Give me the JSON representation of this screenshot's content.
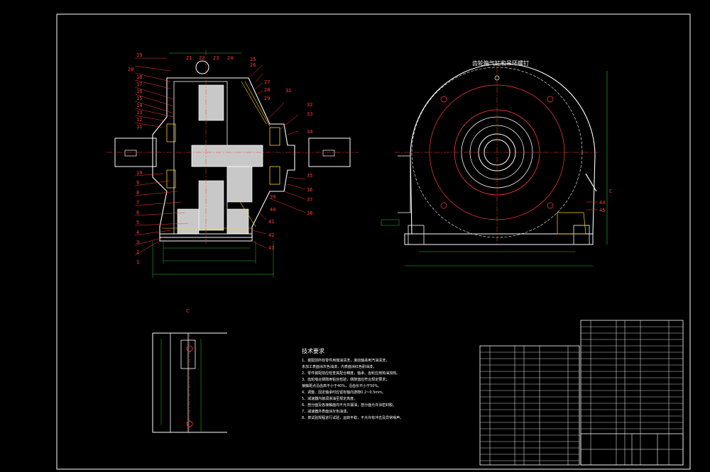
{
  "view_titles": {
    "right_view": "齿轮箱气缸和吊环螺钉",
    "detail_view": "C",
    "detail_marker": "C"
  },
  "callouts_left": [
    "19",
    "20",
    "18",
    "17",
    "16",
    "15",
    "14",
    "13",
    "12",
    "11",
    "10",
    "9",
    "8",
    "7",
    "6",
    "5",
    "4",
    "3",
    "2",
    "1"
  ],
  "callouts_top": [
    "21",
    "22",
    "23",
    "24",
    "25",
    "26"
  ],
  "callouts_right": [
    "27",
    "28",
    "29",
    "31",
    "32",
    "33",
    "34",
    "35",
    "36",
    "37",
    "38",
    "39",
    "40",
    "41",
    "42",
    "43"
  ],
  "callouts_side": [
    "44",
    "45"
  ],
  "tech_requirements": {
    "heading": "技术要求",
    "lines": [
      "1、装配前所有零件用煤油清洗，滚动轴承用汽油清洗，",
      "未加工表面涂灰色油漆，内表面涂红色耐油漆。",
      "2、零件装配前应检查其配合精度，轴承、齿轮应用热油加热。",
      "3、齿轮啮合侧隙用铅丝检验，侧隙值应符合规定要求；",
      "接触斑点沿齿高不小于40%，沿齿长不小于50%。",
      "4、调整、固定轴承时应留有轴向游隙0.2~0.5mm。",
      "5、减速器内装润滑油至规定高度。",
      "6、剖分面及各接触面均不允许漏油，剖分面允许涂密封胶。",
      "7、减速器外表面涂灰色油漆。",
      "8、按试验规程进行试验，运转平稳，不允许有冲击及异常噪声。"
    ]
  },
  "colors": {
    "background": "#000000",
    "outline": "#ffffff",
    "callout": "#ff3b3b",
    "dimension": "#1ec81e",
    "centerline": "#ff3b3b",
    "hatch": "#ffd21e",
    "part_fill": "#c8c8c8"
  }
}
